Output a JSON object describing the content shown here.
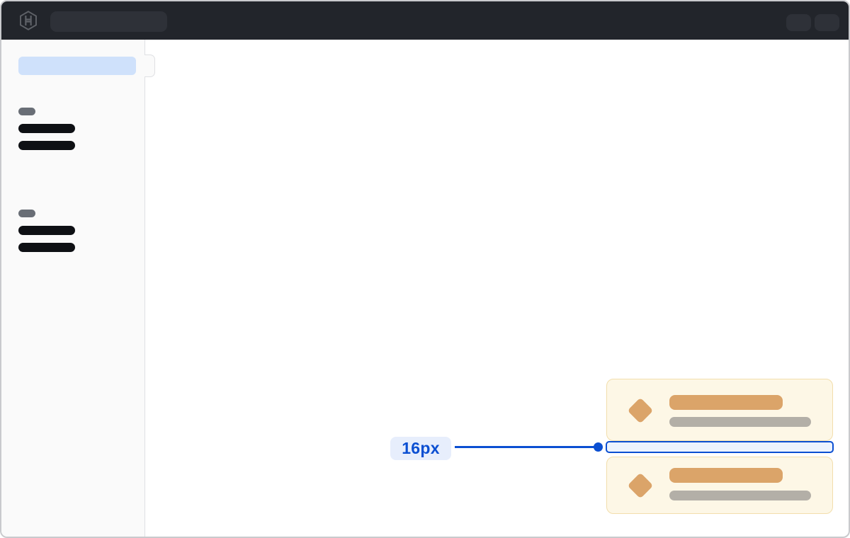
{
  "annotation": {
    "spacing_label": "16px",
    "target": "vertical gap between stacked list-item cards"
  },
  "header": {
    "logo_icon": "hashicorp-logo-icon",
    "placeholders": {
      "nav_pill": "skeleton",
      "action_buttons": [
        "skeleton",
        "skeleton"
      ]
    }
  },
  "sidebar": {
    "active_item": "skeleton-highlighted",
    "toggle_tab": "collapse-tab",
    "groups": [
      {
        "section_label": "skeleton",
        "links": [
          "skeleton",
          "skeleton"
        ]
      },
      {
        "section_label": "skeleton",
        "links": [
          "skeleton",
          "skeleton"
        ]
      }
    ]
  },
  "cards": [
    {
      "icon": "diamond-icon",
      "title": "skeleton",
      "subtitle": "skeleton"
    },
    {
      "icon": "diamond-icon",
      "title": "skeleton",
      "subtitle": "skeleton"
    }
  ],
  "colors": {
    "header_bg": "#22252b",
    "header_pill": "#2e3138",
    "page_border": "#c9cacd",
    "sidebar_bg": "#fafafa",
    "sidebar_border": "#dfe0e3",
    "active_item": "#cfe1fb",
    "skeleton_dark": "#0e1014",
    "skeleton_gray": "#696e76",
    "card_bg": "#fdf7e6",
    "card_border": "#f2deac",
    "card_accent": "#dba469",
    "card_muted": "#b3afa7",
    "annotation_blue": "#0b4fd2",
    "annotation_pill_bg": "#e7eefc",
    "annotation_fill": "#edf3fd"
  }
}
